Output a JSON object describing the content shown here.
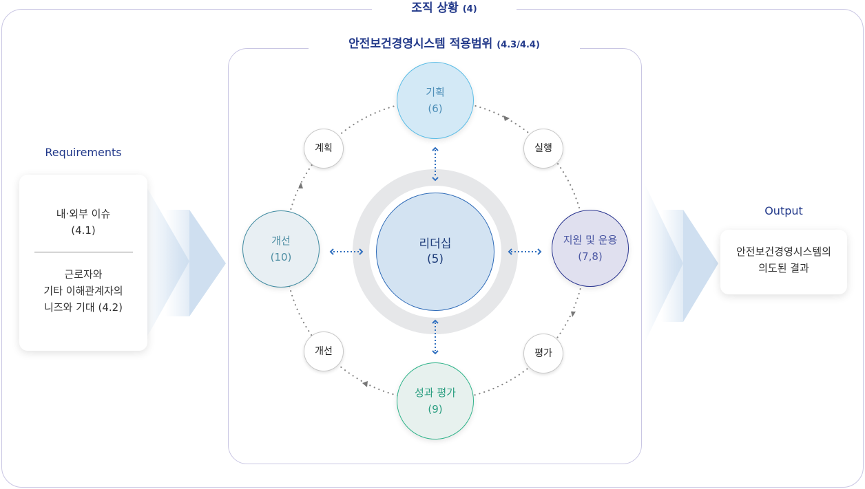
{
  "outer_title": {
    "main": "조직 상황",
    "ref": "(4)"
  },
  "inner_title": {
    "main": "안전보건경영시스템 적용범위",
    "ref": "(4.3/4.4)"
  },
  "requirements": {
    "label": "Requirements",
    "item1": [
      "내·외부 이슈",
      "(4.1)"
    ],
    "item2": [
      "근로자와",
      "기타 이해관계자의",
      "니즈와 기대 (4.2)"
    ]
  },
  "output": {
    "label": "Output",
    "lines": [
      "안전보건경영시스템의",
      "의도된 결과"
    ]
  },
  "nodes": {
    "plan": {
      "title": "기획",
      "ref": "(6)"
    },
    "leader": {
      "title": "리더십",
      "ref": "(5)"
    },
    "improve": {
      "title": "개선",
      "ref": "(10)"
    },
    "support": {
      "title": "지원 및 운용",
      "ref": "(7,8)"
    },
    "eval": {
      "title": "성과 평가",
      "ref": "(9)"
    }
  },
  "pdca": {
    "plan": "계획",
    "do": "실행",
    "check": "평가",
    "act": "개선"
  },
  "colors": {
    "accent": "#22398a",
    "ring": "#e6e7e9"
  }
}
